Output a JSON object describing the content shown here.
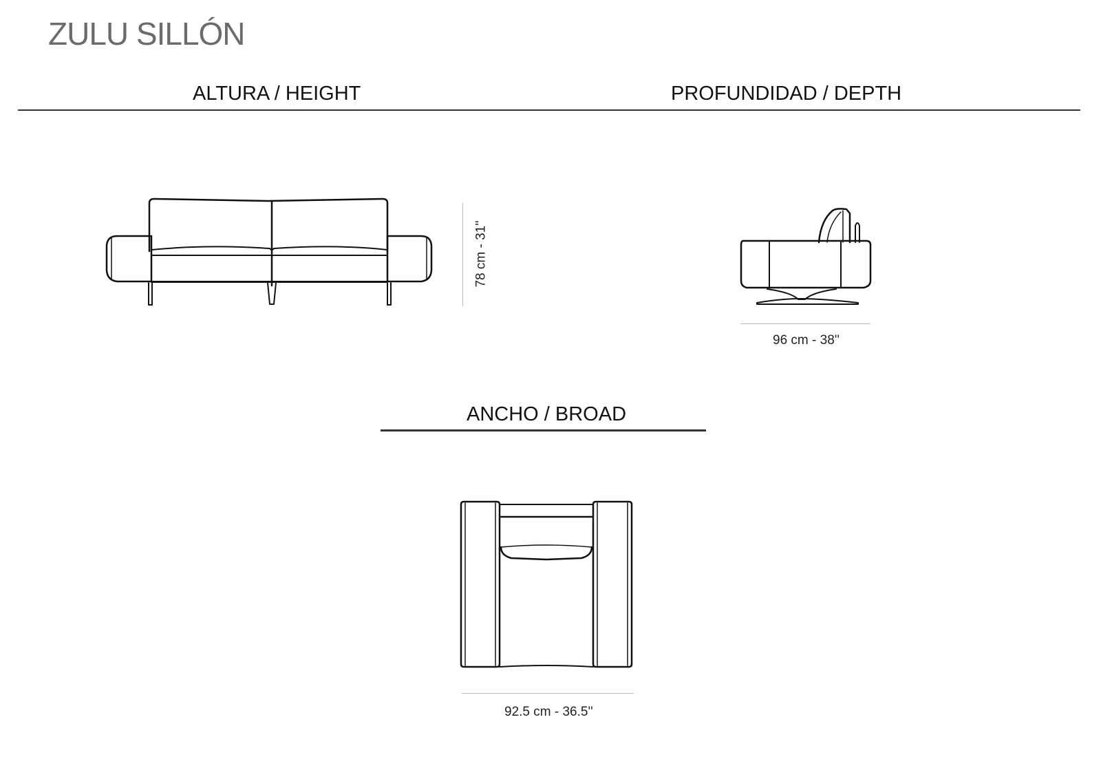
{
  "title": "ZULU SILLÓN",
  "sections": {
    "height": {
      "heading": "ALTURA / HEIGHT",
      "dimension": "78 cm - 31''"
    },
    "depth": {
      "heading": "PROFUNDIDAD / DEPTH",
      "dimension": "96 cm - 38''"
    },
    "broad": {
      "heading": "ANCHO / BROAD",
      "dimension": "92.5  cm - 36.5''"
    }
  }
}
